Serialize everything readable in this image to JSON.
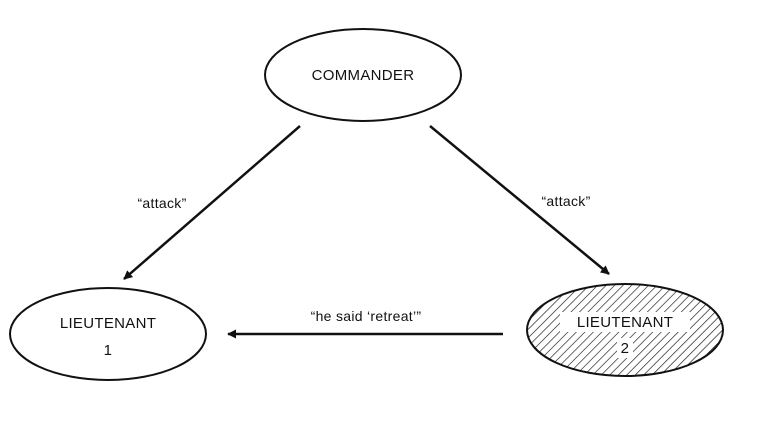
{
  "nodes": {
    "commander": {
      "label": "COMMANDER"
    },
    "lieutenant1": {
      "line1": "LIEUTENANT",
      "line2": "1"
    },
    "lieutenant2": {
      "line1": "LIEUTENANT",
      "line2": "2",
      "traitor": true
    }
  },
  "edges": {
    "commander_to_lt1": {
      "label": "“attack”"
    },
    "commander_to_lt2": {
      "label": "“attack”"
    },
    "lt2_to_lt1": {
      "label": "“he said ‘retreat’”"
    }
  },
  "colors": {
    "stroke": "#111111",
    "background": "#ffffff",
    "hatch": "#111111"
  }
}
